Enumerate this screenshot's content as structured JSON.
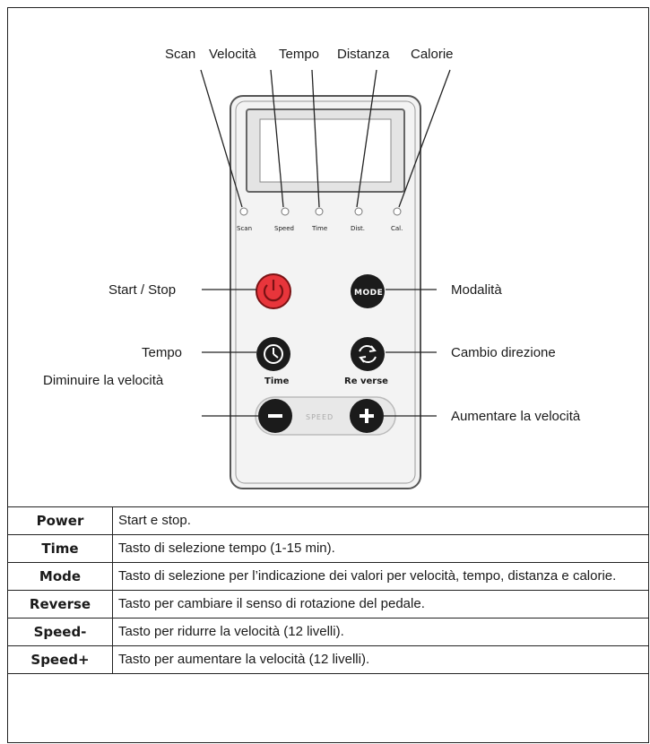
{
  "diagram": {
    "top_labels": {
      "scan": "Scan",
      "speed": "Velocità",
      "time": "Tempo",
      "distance": "Distanza",
      "calories": "Calorie"
    },
    "led_labels": {
      "scan": "Scan",
      "speed": "Speed",
      "time": "Time",
      "distance": "Dist.",
      "calories": "Cal."
    },
    "callouts": {
      "start_stop": "Start / Stop",
      "mode": "Modalità",
      "time": "Tempo",
      "reverse": "Cambio direzione",
      "decrease": "Diminuire la velocità",
      "increase": "Aumentare la velocità"
    },
    "device": {
      "mode_button": "MODE",
      "time_button_caption": "Time",
      "reverse_button_caption": "Re verse",
      "speed_bar_label": "SPEED",
      "minus_symbol": "−",
      "plus_symbol": "+"
    },
    "colors": {
      "power_button": "#e8353b",
      "dark_button": "#1b1b1b",
      "panel_fill": "#ececec"
    },
    "icons": [
      "power-icon",
      "clock-icon",
      "reverse-icon",
      "minus-icon",
      "plus-icon"
    ]
  },
  "table": {
    "rows": [
      {
        "key": "Power",
        "desc": "Start e stop."
      },
      {
        "key": "Time",
        "desc": "Tasto di selezione tempo (1-15 min)."
      },
      {
        "key": "Mode",
        "desc": "Tasto di selezione per l’indicazione dei valori per velocità, tempo, distanza e calorie."
      },
      {
        "key": "Reverse",
        "desc": "Tasto per cambiare il senso di rotazione del pedale."
      },
      {
        "key": "Speed-",
        "desc": "Tasto per ridurre la velocità (12 livelli)."
      },
      {
        "key": "Speed+",
        "desc": "Tasto per aumentare la velocità (12 livelli)."
      }
    ]
  }
}
